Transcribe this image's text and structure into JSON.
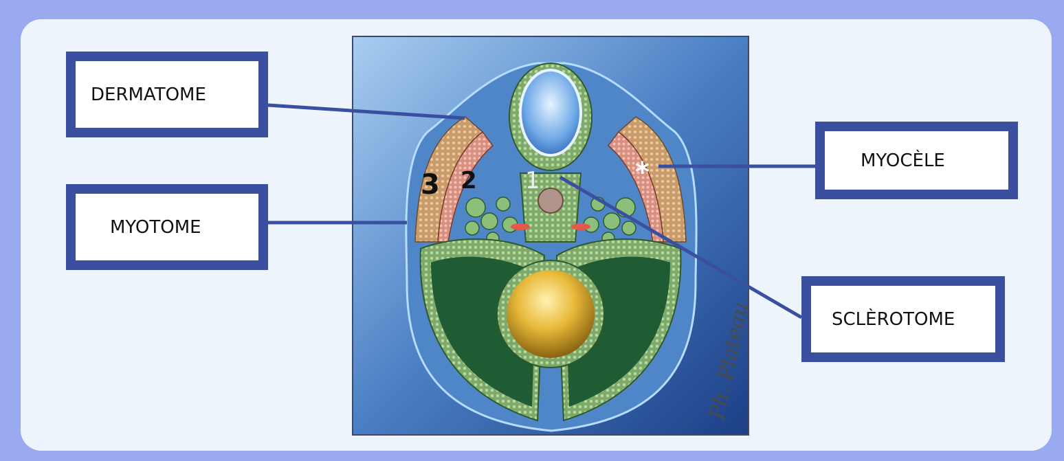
{
  "labels": {
    "dermatome": "DERMATOME",
    "myotome": "MYOTOME",
    "myocele": "MYOCÈLE",
    "sclerotome": "SCLÈROTOME"
  },
  "figure": {
    "marker_1": "1",
    "marker_2": "2",
    "marker_3": "3",
    "marker_star": "*",
    "signature": "Ph. Plateau"
  },
  "colors": {
    "frame": "#9aaaf0",
    "box_border": "#3a4fa0",
    "connector": "#3a4fa0"
  }
}
